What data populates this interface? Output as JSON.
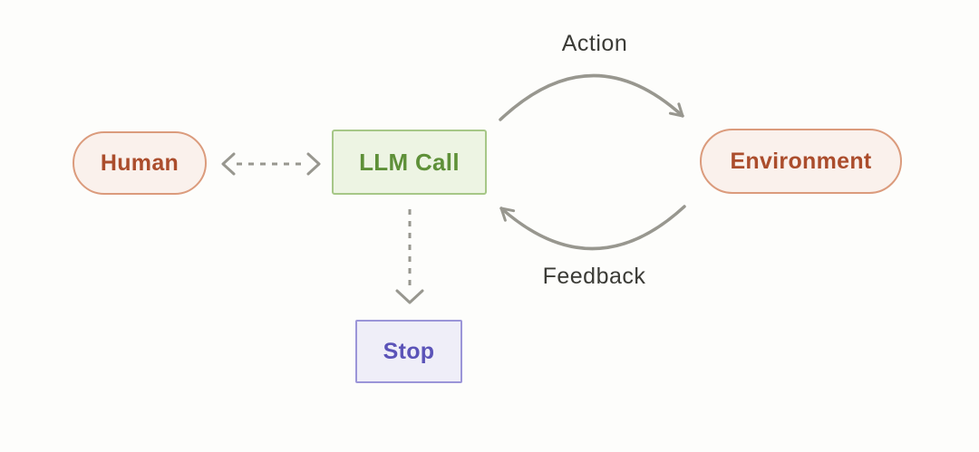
{
  "diagram": {
    "title": "agent-loop-diagram",
    "background": "#fdfdfb",
    "nodes": {
      "human": {
        "label": "Human",
        "shape": "pill",
        "fill": "#faf1ec",
        "border": "#db9b7c",
        "text_color": "#ab4d2c"
      },
      "llm_call": {
        "label": "LLM Call",
        "shape": "rect",
        "fill": "#edf4e3",
        "border": "#a6c787",
        "text_color": "#5e9038"
      },
      "environment": {
        "label": "Environment",
        "shape": "pill",
        "fill": "#faf1ec",
        "border": "#db9b7c",
        "text_color": "#ab4d2c"
      },
      "stop": {
        "label": "Stop",
        "shape": "rect",
        "fill": "#efeef8",
        "border": "#9b95d8",
        "text_color": "#5b53b8"
      }
    },
    "edges": {
      "action": {
        "label": "Action",
        "from": "llm_call",
        "to": "environment",
        "style": "solid-curved"
      },
      "feedback": {
        "label": "Feedback",
        "from": "environment",
        "to": "llm_call",
        "style": "solid-curved"
      },
      "human_llm": {
        "label": "",
        "from": "human",
        "to": "llm_call",
        "style": "dashed-bidirectional"
      },
      "llm_stop": {
        "label": "",
        "from": "llm_call",
        "to": "stop",
        "style": "dashed"
      }
    },
    "colors": {
      "arrow": "#98978f",
      "edge_label": "#3b3b36"
    }
  }
}
